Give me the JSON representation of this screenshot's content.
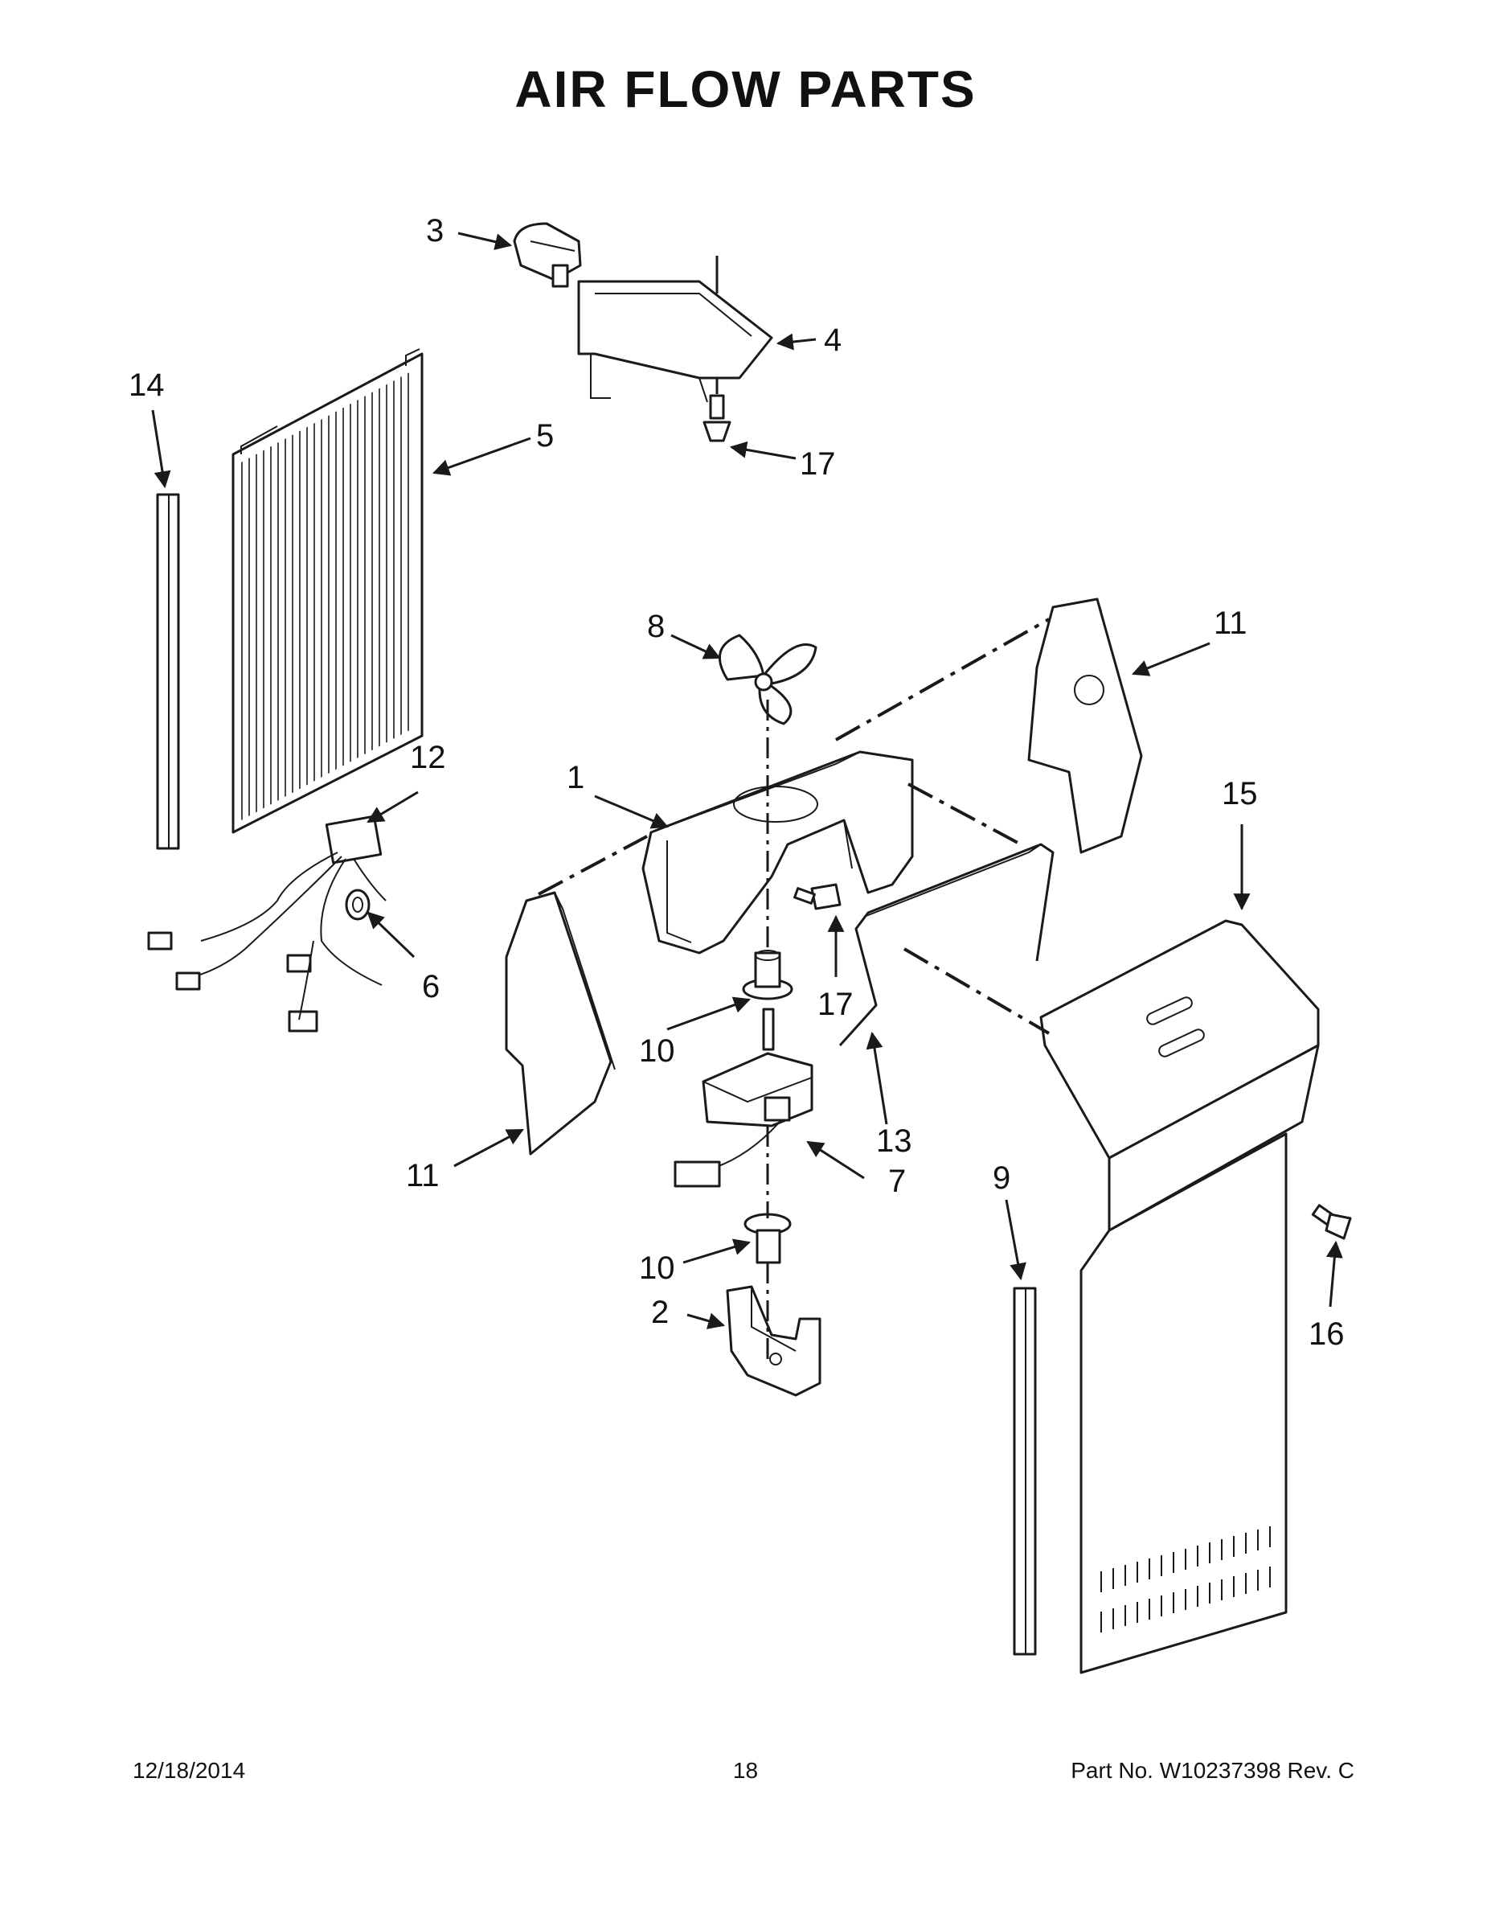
{
  "title": "AIR FLOW PARTS",
  "callouts": {
    "c1": "1",
    "c2": "2",
    "c3": "3",
    "c4": "4",
    "c5": "5",
    "c6": "6",
    "c7": "7",
    "c8": "8",
    "c9": "9",
    "c10a": "10",
    "c10b": "10",
    "c11a": "11",
    "c11b": "11",
    "c12": "12",
    "c13": "13",
    "c14": "14",
    "c15": "15",
    "c16": "16",
    "c17a": "17",
    "c17b": "17"
  },
  "footer": {
    "date": "12/18/2014",
    "page": "18",
    "part": "Part No.  W10237398  Rev.  C"
  }
}
